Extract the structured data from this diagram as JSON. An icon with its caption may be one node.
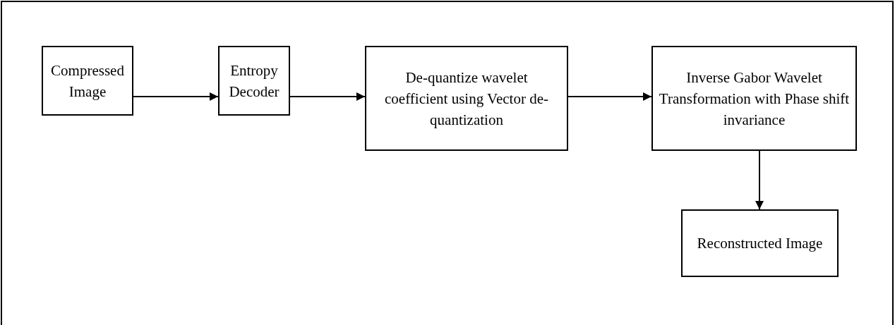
{
  "diagram": {
    "nodes": [
      {
        "text": [
          "Compressed Image"
        ]
      },
      {
        "text": [
          "Entropy Decoder"
        ]
      },
      {
        "text": [
          "De-quantize wavelet coefficient using Vector de-quantization"
        ]
      },
      {
        "text": [
          "Inverse Gabor Wavelet Transformation with Phase shift invariance"
        ]
      },
      {
        "text": [
          "Reconstructed Image"
        ]
      }
    ],
    "edges": [
      {
        "from": 0,
        "to": 1,
        "arrow": "to"
      },
      {
        "from": 1,
        "to": 2,
        "arrow": "to"
      },
      {
        "from": 2,
        "to": 3,
        "arrow": "to"
      },
      {
        "from": 3,
        "to": 4,
        "arrow": "to"
      }
    ]
  }
}
